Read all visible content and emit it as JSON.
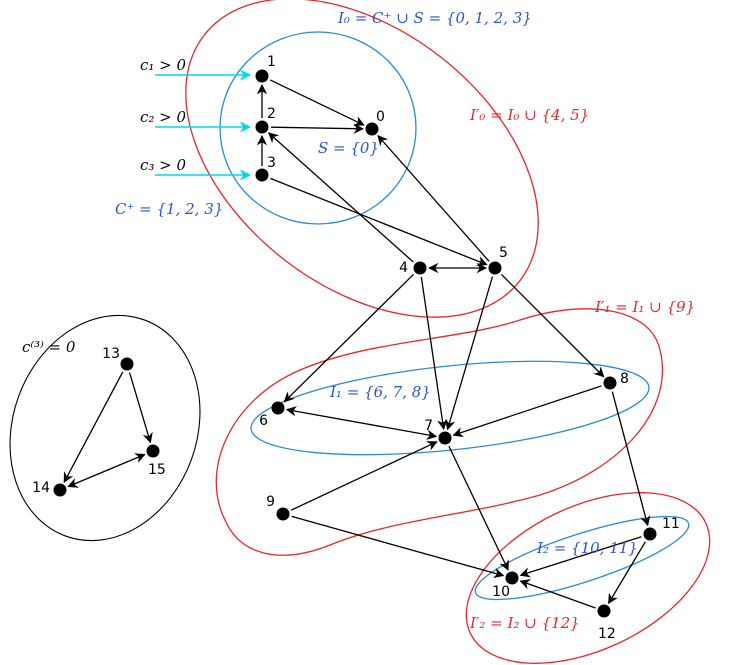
{
  "nodes": [
    {
      "id": "0",
      "label": "0"
    },
    {
      "id": "1",
      "label": "1"
    },
    {
      "id": "2",
      "label": "2"
    },
    {
      "id": "3",
      "label": "3"
    },
    {
      "id": "4",
      "label": "4"
    },
    {
      "id": "5",
      "label": "5"
    },
    {
      "id": "6",
      "label": "6"
    },
    {
      "id": "7",
      "label": "7"
    },
    {
      "id": "8",
      "label": "8"
    },
    {
      "id": "9",
      "label": "9"
    },
    {
      "id": "10",
      "label": "10"
    },
    {
      "id": "11",
      "label": "11"
    },
    {
      "id": "12",
      "label": "12"
    },
    {
      "id": "13",
      "label": "13"
    },
    {
      "id": "14",
      "label": "14"
    },
    {
      "id": "15",
      "label": "15"
    }
  ],
  "edges": [
    {
      "from": "1",
      "to": "0"
    },
    {
      "from": "2",
      "to": "1"
    },
    {
      "from": "2",
      "to": "0"
    },
    {
      "from": "3",
      "to": "2"
    },
    {
      "from": "3",
      "to": "5"
    },
    {
      "from": "4",
      "to": "2"
    },
    {
      "from": "4",
      "to": "5",
      "bidirectional": true
    },
    {
      "from": "5",
      "to": "0"
    },
    {
      "from": "4",
      "to": "6"
    },
    {
      "from": "4",
      "to": "7"
    },
    {
      "from": "5",
      "to": "7"
    },
    {
      "from": "5",
      "to": "8"
    },
    {
      "from": "6",
      "to": "7",
      "bidirectional": true
    },
    {
      "from": "8",
      "to": "7"
    },
    {
      "from": "9",
      "to": "7"
    },
    {
      "from": "9",
      "to": "10"
    },
    {
      "from": "7",
      "to": "10"
    },
    {
      "from": "8",
      "to": "11"
    },
    {
      "from": "11",
      "to": "10"
    },
    {
      "from": "11",
      "to": "12"
    },
    {
      "from": "12",
      "to": "10"
    },
    {
      "from": "13",
      "to": "14"
    },
    {
      "from": "13",
      "to": "15"
    },
    {
      "from": "14",
      "to": "15",
      "bidirectional": true
    }
  ],
  "inputs": [
    {
      "label": "c₁ > 0",
      "target": "1"
    },
    {
      "label": "c₂ > 0",
      "target": "2"
    },
    {
      "label": "c₃ > 0",
      "target": "3"
    }
  ],
  "annotations": {
    "i0": "I₀ = C⁺ ∪ S = {0, 1, 2, 3}",
    "i0_prime": "I′₀ = I₀ ∪ {4, 5}",
    "s_set": "S = {0}",
    "c_plus": "C⁺ = {1, 2, 3}",
    "i1_prime": "I′₁ = I₁ ∪ {9}",
    "i1": "I₁ = {6, 7, 8}",
    "c3": "c⁽³⁾ = 0",
    "i2": "I₂ = {10, 11}",
    "i2_prime": "I′₂ = I₂ ∪ {12}"
  },
  "colors": {
    "blue": "#2a52d6",
    "red": "#e8262b",
    "cyan": "#00d8e8",
    "black": "#000000"
  }
}
